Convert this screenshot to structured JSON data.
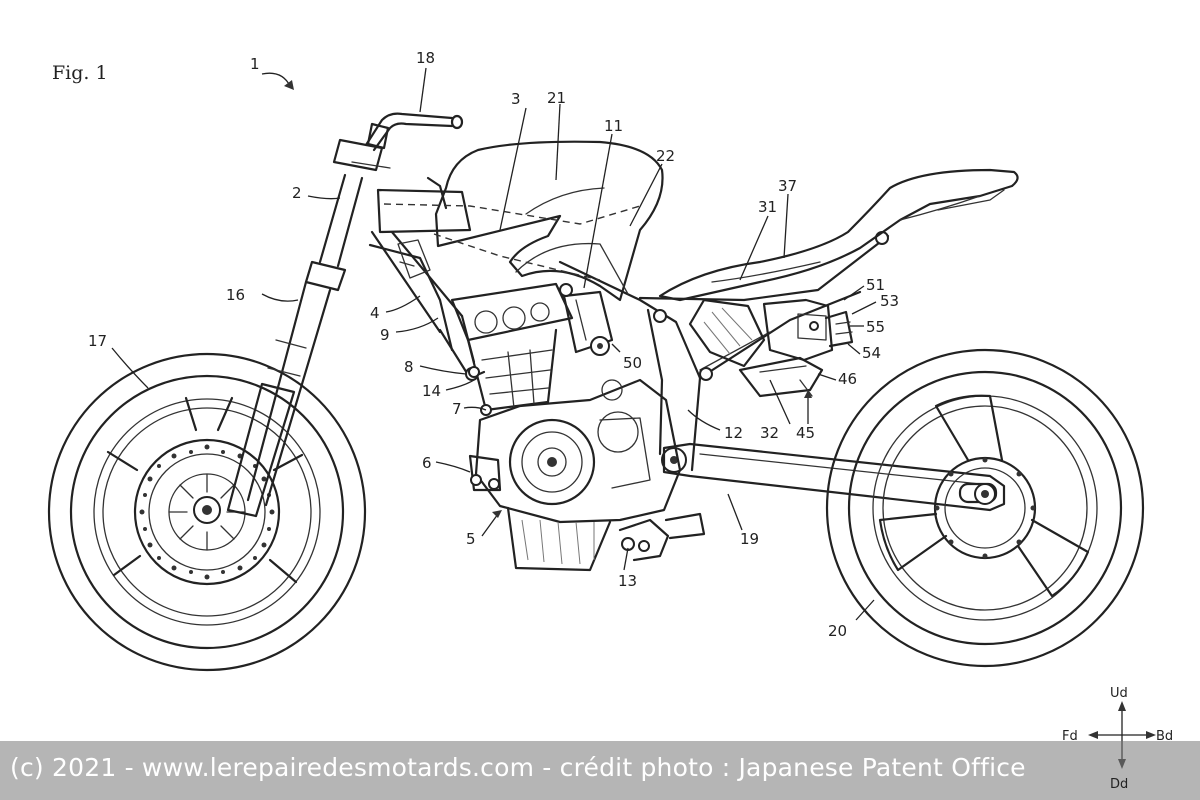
{
  "figure": {
    "title": "Fig. 1",
    "labels": {
      "l1": "1",
      "l2": "2",
      "l3": "3",
      "l4": "4",
      "l5": "5",
      "l6": "6",
      "l7": "7",
      "l8": "8",
      "l9": "9",
      "l11": "11",
      "l12": "12",
      "l13": "13",
      "l14": "14",
      "l16": "16",
      "l17": "17",
      "l18": "18",
      "l19": "19",
      "l20": "20",
      "l21": "21",
      "l22": "22",
      "l31": "31",
      "l32": "32",
      "l37": "37",
      "l45": "45",
      "l46": "46",
      "l50": "50",
      "l51": "51",
      "l53": "53",
      "l54": "54",
      "l55": "55"
    },
    "directions": {
      "up": "Ud",
      "down": "Dd",
      "front": "Fd",
      "back": "Bd"
    }
  },
  "credit": {
    "text": "(c) 2021 - www.lerepairedesmotards.com  - crédit photo : Japanese Patent Office"
  }
}
